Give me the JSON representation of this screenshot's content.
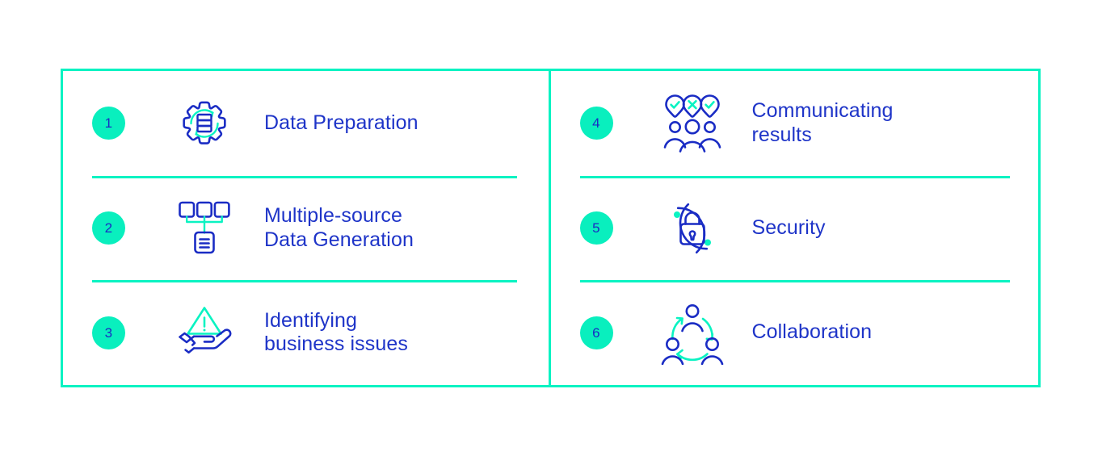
{
  "theme": {
    "accent_teal": "#0AF3C2",
    "badge_fill": "#09EFBE",
    "text_blue": "#1E34C8",
    "icon_blue": "#1A2CC4",
    "background": "#ffffff"
  },
  "panel": {
    "columns": [
      {
        "name": "left-column",
        "rows": [
          {
            "number": "1",
            "label": "Data Preparation",
            "icon": "gear-database-refresh-icon"
          },
          {
            "number": "2",
            "label": "Multiple-source\nData Generation",
            "icon": "multiple-sources-document-icon"
          },
          {
            "number": "3",
            "label": "Identifying\nbusiness issues",
            "icon": "hand-warning-triangle-icon"
          }
        ]
      },
      {
        "name": "right-column",
        "rows": [
          {
            "number": "4",
            "label": "Communicating\nresults",
            "icon": "people-speech-bubbles-icon"
          },
          {
            "number": "5",
            "label": "Security",
            "icon": "padlock-circle-icon"
          },
          {
            "number": "6",
            "label": "Collaboration",
            "icon": "people-cycle-arrows-icon"
          }
        ]
      }
    ]
  }
}
